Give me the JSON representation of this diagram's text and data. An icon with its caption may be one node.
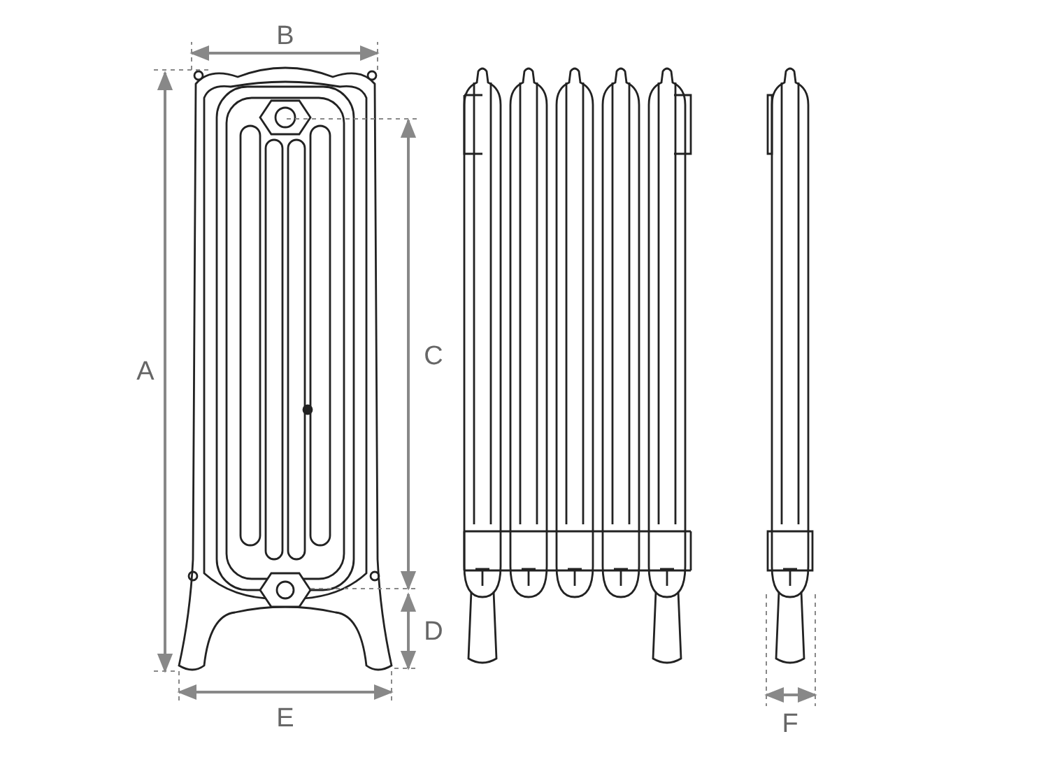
{
  "diagram": {
    "labels": [
      "B",
      "A",
      "C",
      "D",
      "E",
      "F"
    ]
  }
}
